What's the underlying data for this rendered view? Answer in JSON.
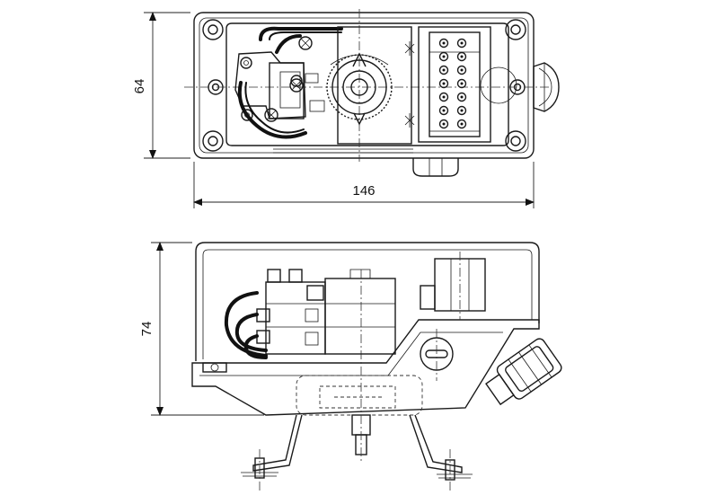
{
  "top_view": {
    "height_dim": "64",
    "width_dim": "146"
  },
  "side_view": {
    "height_dim": "74"
  }
}
